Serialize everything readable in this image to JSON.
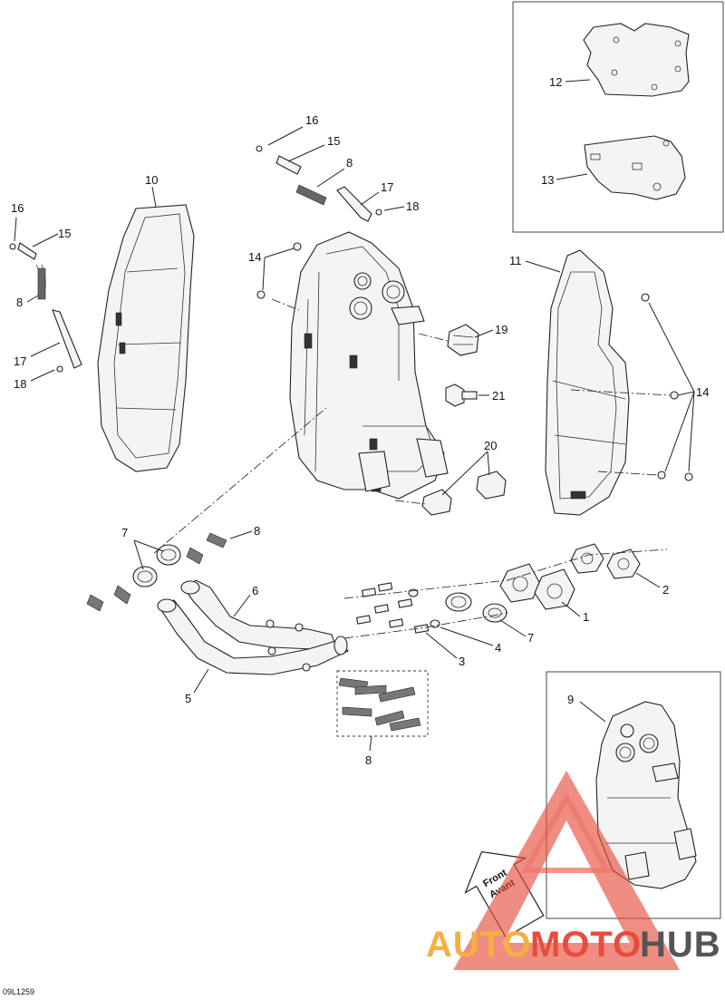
{
  "diagram_ref": "09L1259",
  "front_arrow": {
    "line1": "Front",
    "line2": "Avant"
  },
  "watermark": {
    "part1": "AUTO",
    "part2": "MOTO",
    "part3": "HUB",
    "color1": "#f5b041",
    "color2": "#e74c3c",
    "color3": "#555555"
  },
  "callouts": {
    "c16a": "16",
    "c15a": "15",
    "c8a": "8",
    "c17a": "17",
    "c18a": "18",
    "c10": "10",
    "c14a": "14",
    "c16b": "16",
    "c15b": "15",
    "c8b": "8",
    "c17b": "17",
    "c18b": "18",
    "c12": "12",
    "c13": "13",
    "c11": "11",
    "c14b": "14",
    "c19": "19",
    "c21": "21",
    "c20": "20",
    "c7a": "7",
    "c8c": "8",
    "c6": "6",
    "c5": "5",
    "c2": "2",
    "c1": "1",
    "c7b": "7",
    "c4": "4",
    "c3": "3",
    "c8d": "8",
    "c9": "9"
  }
}
